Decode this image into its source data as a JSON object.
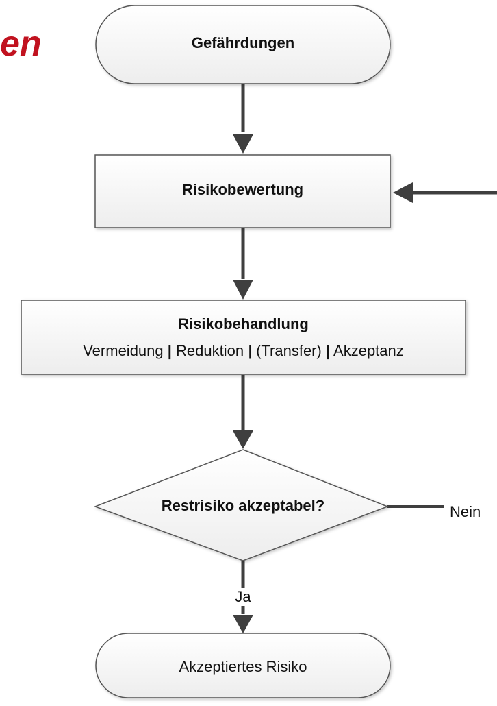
{
  "brand_fragment": "en",
  "nodes": {
    "hazards": "Gefährdungen",
    "risk_assessment": "Risikobewertung",
    "risk_treatment": "Risikobehandlung",
    "treatment_options": {
      "avoid": "Vermeidung",
      "reduce": "Reduktion",
      "transfer": "(Transfer)",
      "accept": "Akzeptanz",
      "separator": "|"
    },
    "decision": "Restrisiko akzeptabel?",
    "accepted_risk": "Akzeptiertes Risiko"
  },
  "edges": {
    "yes": "Ja",
    "no": "Nein"
  },
  "colors": {
    "line": "#3f3f3f",
    "shape_fill": "#f2f2f2",
    "shape_stroke": "#555555",
    "brand": "#c1121f"
  }
}
